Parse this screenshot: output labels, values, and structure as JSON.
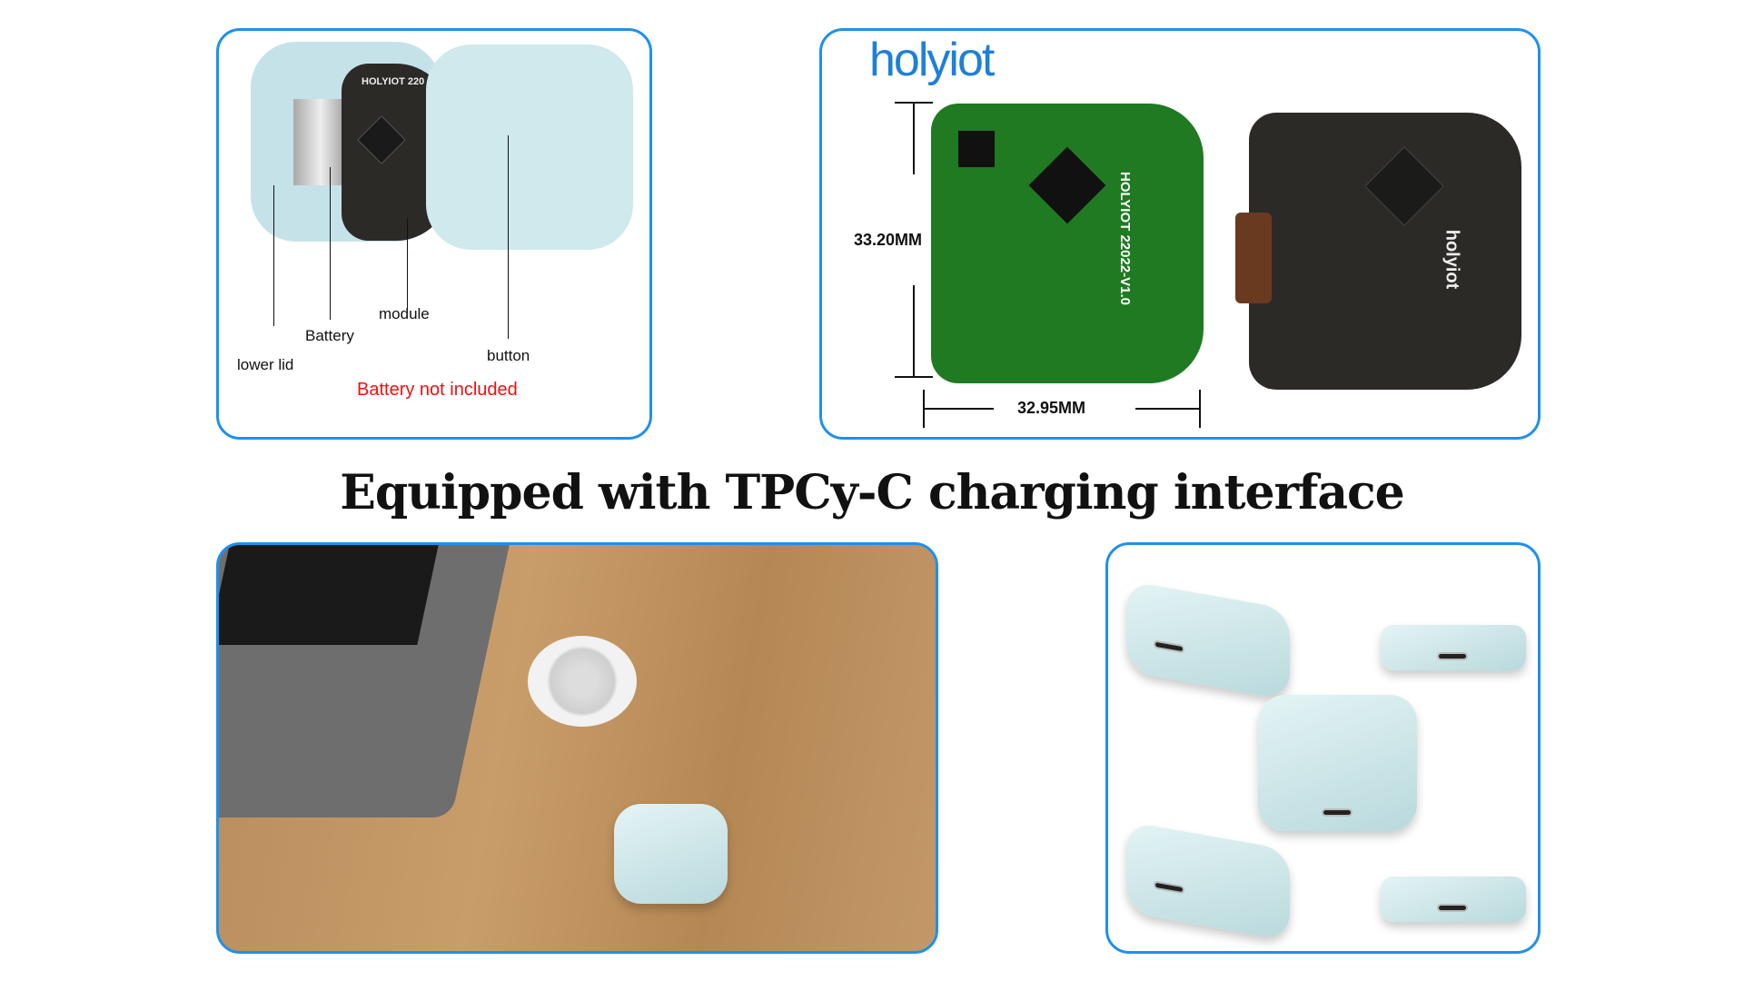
{
  "exploded_view": {
    "labels": {
      "lower_lid": "lower lid",
      "battery": "Battery",
      "module": "module",
      "button": "button"
    },
    "note": "Battery not included",
    "pcb_silk": "HOLYIOT 220"
  },
  "pcb_view": {
    "logo": "holyiot",
    "height_dim": "33.20MM",
    "width_dim": "32.95MM",
    "board_text": "HOLYIOT 22022-V1.0",
    "board_brand": "holyiot"
  },
  "headline": "Equipped with TPCy-C charging interface",
  "colors": {
    "border": "#1e90ee",
    "note": "#ee1111",
    "logo": "#1e7fd8"
  }
}
